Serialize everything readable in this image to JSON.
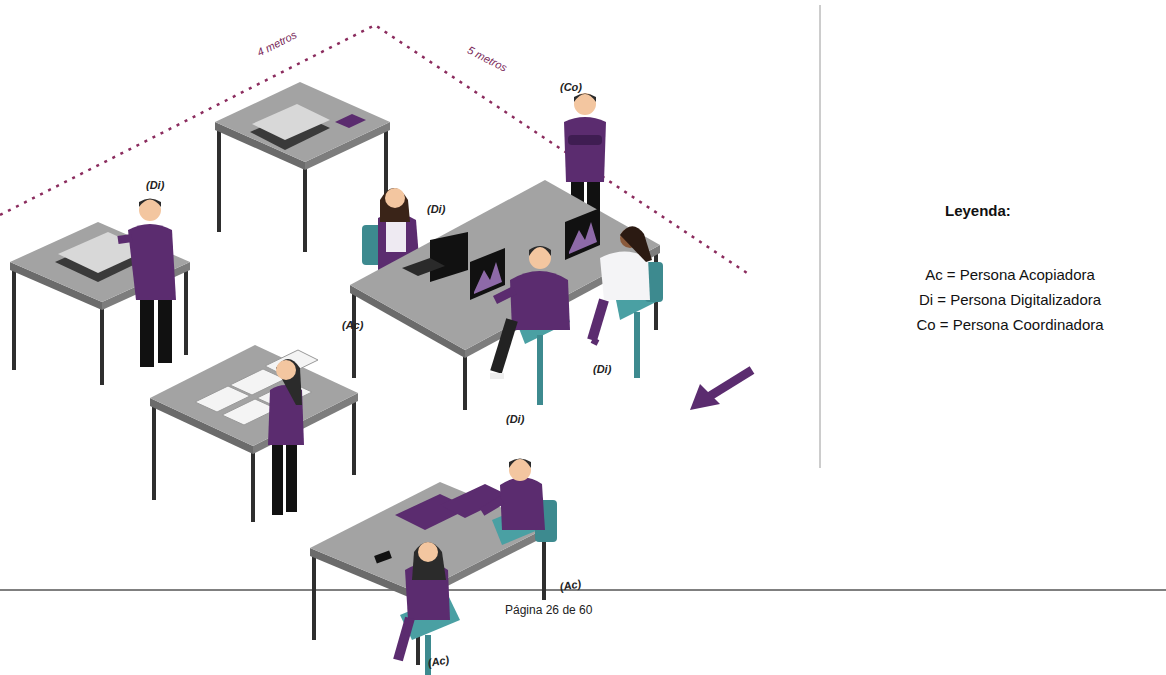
{
  "diagram": {
    "labels": [
      "4 metros",
      "5 metros",
      "(Co)",
      "(Di)",
      "(Di)",
      "(Ac)",
      "(Di)",
      "(Di)",
      "Leyenda:",
      "(Ac)",
      "(Ac)",
      "Página 26 de 60"
    ],
    "legend": [
      {
        "text": "Ac = Persona Acopiadora"
      },
      {
        "text": "Di = Persona Digitalizadora"
      },
      {
        "text": "Co = Persona Coordinadora"
      }
    ]
  }
}
